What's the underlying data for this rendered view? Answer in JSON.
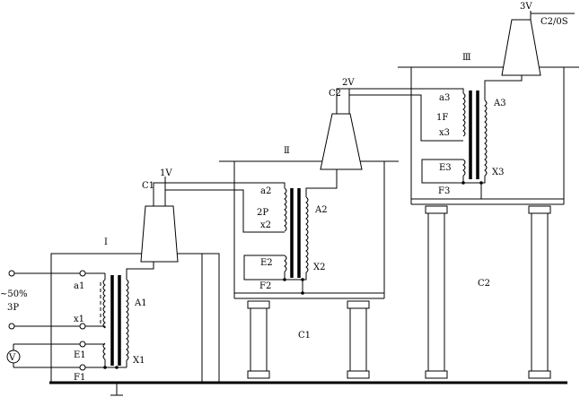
{
  "stages": [
    {
      "roman": "Ⅰ",
      "voltage": "1V",
      "bushing": "C1",
      "hv_top": "A1",
      "hv_bottom": "X1",
      "lv_top": "a1",
      "lv_bottom": "x1",
      "exc_top": "E1",
      "frame": "F1"
    },
    {
      "roman": "Ⅱ",
      "voltage": "2V",
      "bushing": "C2",
      "hv_top": "A2",
      "hv_bottom": "X2",
      "lv_top": "a2",
      "lv_mid": "2P",
      "lv_bottom": "x2",
      "exc_top": "E2",
      "frame": "F2",
      "support_label": "C1"
    },
    {
      "roman": "Ⅲ",
      "voltage": "3V",
      "bushing_label": "C2/0S",
      "hv_top": "A3",
      "hv_bottom": "X3",
      "lv_top": "a3",
      "lv_mid": "1F",
      "lv_bottom": "x3",
      "exc_top": "E3",
      "frame": "F3",
      "support_label": "C2"
    }
  ],
  "source": {
    "line1": "~50%",
    "line2": "3P"
  },
  "meter": "V"
}
